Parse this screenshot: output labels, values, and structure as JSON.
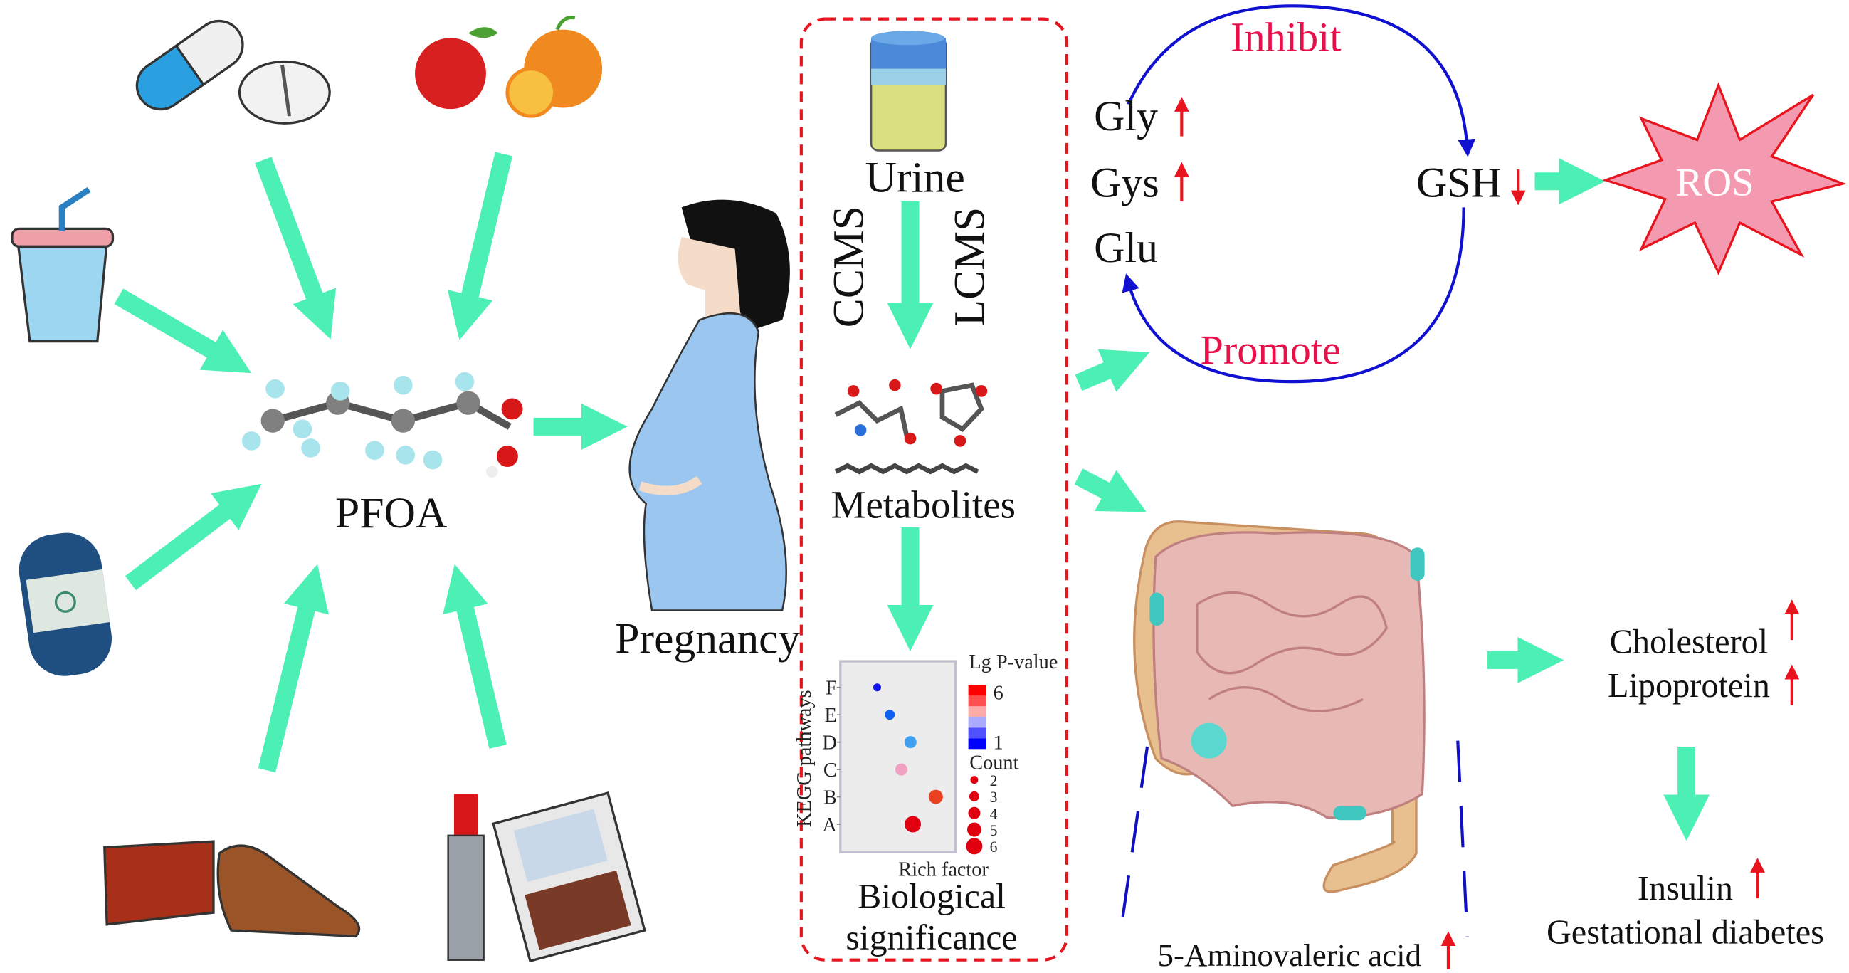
{
  "sources": {
    "pfoa_label": "PFOA",
    "items": [
      "pills",
      "fruit",
      "drinking-cup",
      "yarn",
      "wallet-and-shoe",
      "lipstick-and-eyeshadow"
    ]
  },
  "pregnancy_label": "Pregnancy",
  "analysis": {
    "urine_label": "Urine",
    "method_left": "CCMS",
    "method_right": "LCMS",
    "metabolites_label": "Metabolites",
    "significance_line1": "Biological",
    "significance_line2": "significance"
  },
  "cycle": {
    "inhibit_label": "Inhibit",
    "promote_label": "Promote",
    "gly": "Gly",
    "gys": "Gys",
    "glu": "Glu",
    "gsh": "GSH",
    "ros": "ROS"
  },
  "gut": {
    "metabolite": "5-Aminovaleric acid",
    "cholesterol": "Cholesterol",
    "lipoprotein": "Lipoprotein",
    "insulin": "Insulin",
    "gestational_diabetes": "Gestational diabetes"
  },
  "colors": {
    "arrow": "#4df0b4",
    "up_down": "#e8141e",
    "cycle": "#1010d0",
    "label_red": "#e8104a",
    "dashed_box": "#e8141e"
  },
  "chart_data": {
    "type": "scatter",
    "title": "",
    "xlabel": "Rich factor",
    "ylabel": "KEGG pathways",
    "categories": [
      "A",
      "B",
      "C",
      "D",
      "E",
      "F"
    ],
    "rich_factor": [
      0.63,
      0.83,
      0.53,
      0.61,
      0.43,
      0.32
    ],
    "count": [
      6,
      5,
      4,
      4,
      3,
      2
    ],
    "lg_p_value": [
      6,
      5.5,
      3.5,
      2.5,
      1.5,
      1
    ],
    "point_colors": [
      "#e00010",
      "#e84020",
      "#f0a0c0",
      "#40a0f0",
      "#1060f0",
      "#1010f0"
    ],
    "color_legend_title": "Lg P-value",
    "color_legend_max": "6",
    "color_legend_min": "1",
    "size_legend_title": "Count",
    "size_legend_values": [
      "2",
      "3",
      "4",
      "5",
      "6"
    ]
  }
}
